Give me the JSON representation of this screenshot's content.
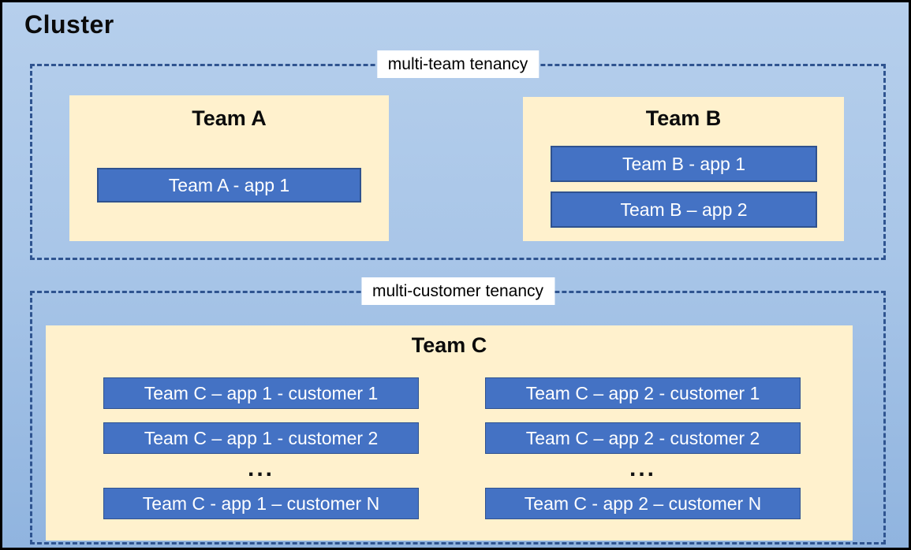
{
  "title": "Cluster",
  "colors": {
    "background_top": "#B6CFEC",
    "background_bottom": "#90B4DF",
    "outer_border": "#000000",
    "dashed_border": "#2F5490",
    "team_fill": "#FFF1CD",
    "app_fill": "#4472C4",
    "app_border": "#2F528F",
    "app_text": "#FFFFFF",
    "label_bg": "#FFFFFF",
    "label_text": "#000000"
  },
  "sections": [
    {
      "label": "multi-team tenancy",
      "teams": [
        {
          "name": "Team A",
          "apps": [
            "Team A - app 1"
          ]
        },
        {
          "name": "Team B",
          "apps": [
            "Team B - app 1",
            "Team B – app 2"
          ]
        }
      ]
    },
    {
      "label": "multi-customer tenancy",
      "teams": [
        {
          "name": "Team C",
          "columns": [
            [
              "Team C – app 1 - customer 1",
              "Team C – app 1 - customer 2",
              "...",
              "Team C - app 1 – customer N"
            ],
            [
              "Team C – app 2 - customer 1",
              "Team C – app 2 - customer 2",
              "...",
              "Team C - app 2 – customer N"
            ]
          ]
        }
      ]
    }
  ]
}
